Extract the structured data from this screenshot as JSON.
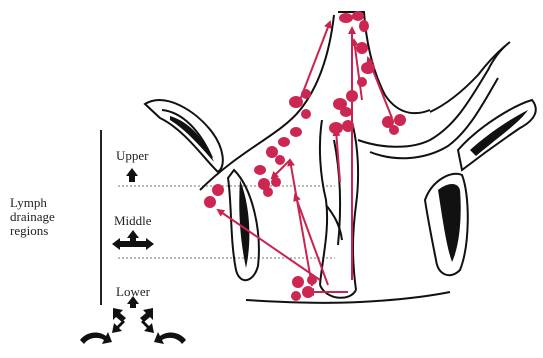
{
  "diagram": {
    "side_label_lines": [
      "Lymph",
      "drainage",
      "regions"
    ],
    "regions": {
      "upper": "Upper",
      "middle": "Middle",
      "lower": "Lower"
    },
    "colors": {
      "node": "#cc2752",
      "arrow": "#c8244f",
      "outline": "#111111",
      "guide": "#777777"
    }
  }
}
